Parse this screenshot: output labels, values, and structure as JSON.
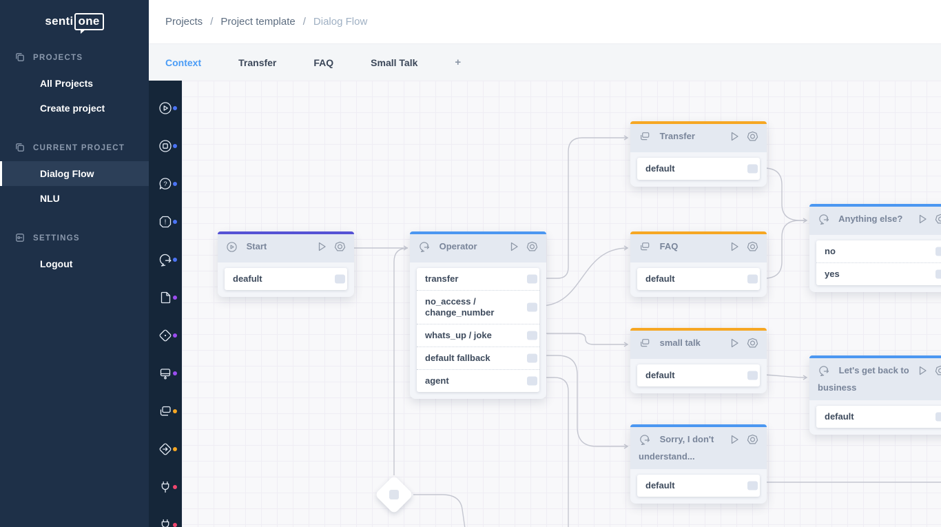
{
  "brand": {
    "senti": "senti",
    "one": "one"
  },
  "breadcrumb": {
    "separator": "/",
    "items": [
      "Projects",
      "Project template",
      "Dialog Flow"
    ]
  },
  "tabs": {
    "active_tab": "Context",
    "items": [
      "Context",
      "Transfer",
      "FAQ",
      "Small Talk"
    ],
    "add_label": "+"
  },
  "sidebar": {
    "sections": [
      {
        "label": "PROJECTS",
        "icon": "stacked-squares-icon",
        "items": [
          "All Projects",
          "Create project"
        ]
      },
      {
        "label": "CURRENT PROJECT",
        "icon": "stacked-squares-icon",
        "items": [
          "Dialog Flow",
          "NLU"
        ],
        "selected_item": "Dialog Flow"
      },
      {
        "label": "SETTINGS",
        "icon": "preferences-icon",
        "items": [
          "Logout"
        ]
      }
    ]
  },
  "palette": {
    "items": [
      {
        "icon": "play-circle-icon",
        "dot_color": "#4b74f5"
      },
      {
        "icon": "stop-circle-icon",
        "dot_color": "#4b74f5"
      },
      {
        "icon": "question-bubble-icon",
        "dot_color": "#4b74f5"
      },
      {
        "icon": "exclamation-octagon-icon",
        "dot_color": "#4b74f5"
      },
      {
        "icon": "chat-arrow-icon",
        "dot_color": "#4b74f5"
      },
      {
        "icon": "document-icon",
        "dot_color": "#9b4df0"
      },
      {
        "icon": "diamond-dot-icon",
        "dot_color": "#9b4df0"
      },
      {
        "icon": "device-icon",
        "dot_color": "#9b4df0"
      },
      {
        "icon": "stacked-cards-icon",
        "dot_color": "#f6a723"
      },
      {
        "icon": "diamond-arrow-icon",
        "dot_color": "#f6a723"
      },
      {
        "icon": "plug-icon",
        "dot_color": "#f0466e"
      },
      {
        "icon": "plug-icon",
        "dot_color": "#f0466e"
      }
    ]
  },
  "flow": {
    "nodes": {
      "start": {
        "title": "Start",
        "icon": "play-circle-icon",
        "accent_color": "#5552d5",
        "items": [
          "deafult"
        ]
      },
      "operator": {
        "title": "Operator",
        "icon": "chat-arrow-icon",
        "accent_color": "#4b97f1",
        "items": [
          "transfer",
          "no_access / change_number",
          "whats_up / joke",
          "default fallback",
          "agent"
        ]
      },
      "transfer": {
        "title": "Transfer",
        "icon": "stacked-cards-icon",
        "accent_color": "#f6a723",
        "items": [
          "default"
        ]
      },
      "faq": {
        "title": "FAQ",
        "icon": "stacked-cards-icon",
        "accent_color": "#f6a723",
        "items": [
          "default"
        ]
      },
      "small_talk": {
        "title": "small talk",
        "icon": "stacked-cards-icon",
        "accent_color": "#f6a723",
        "items": [
          "default"
        ]
      },
      "anything_else": {
        "title": "Anything else?",
        "icon": "chat-arrow-icon",
        "accent_color": "#4b97f1",
        "items": [
          "no",
          "yes"
        ]
      },
      "lets_get_back": {
        "title": "Let's get back to business",
        "icon": "chat-arrow-icon",
        "accent_color": "#4b97f1",
        "items": [
          "default"
        ]
      },
      "sorry": {
        "title": "Sorry, I don't understand...",
        "icon": "chat-arrow-icon",
        "accent_color": "#4b97f1",
        "items": [
          "default"
        ]
      }
    },
    "edges": [
      {
        "from": "start",
        "to": "operator"
      },
      {
        "from": "jump-diamond",
        "to": "operator"
      },
      {
        "from": "operator.transfer",
        "to": "transfer"
      },
      {
        "from": "operator.no_access / change_number",
        "to": "faq"
      },
      {
        "from": "operator.whats_up / joke",
        "to": "small_talk"
      },
      {
        "from": "operator.default fallback",
        "to": "sorry"
      },
      {
        "from": "operator.agent",
        "to": "offscreen-bottom"
      },
      {
        "from": "transfer.default",
        "to": "anything_else"
      },
      {
        "from": "faq.default",
        "to": "anything_else"
      },
      {
        "from": "small_talk.default",
        "to": "lets_get_back"
      },
      {
        "from": "sorry.default",
        "to": "offscreen-right"
      },
      {
        "from": "jump-diamond",
        "to": "offscreen-bottom"
      }
    ]
  },
  "colors": {
    "sidebar_bg": "#1e3048",
    "palette_bg": "#152639",
    "selected_bg": "#2c3f58",
    "active_tab": "#4a9cf6",
    "accent_indigo": "#5552d5",
    "accent_blue": "#4b97f1",
    "accent_orange": "#f6a723",
    "edge": "#c4c6d0"
  }
}
